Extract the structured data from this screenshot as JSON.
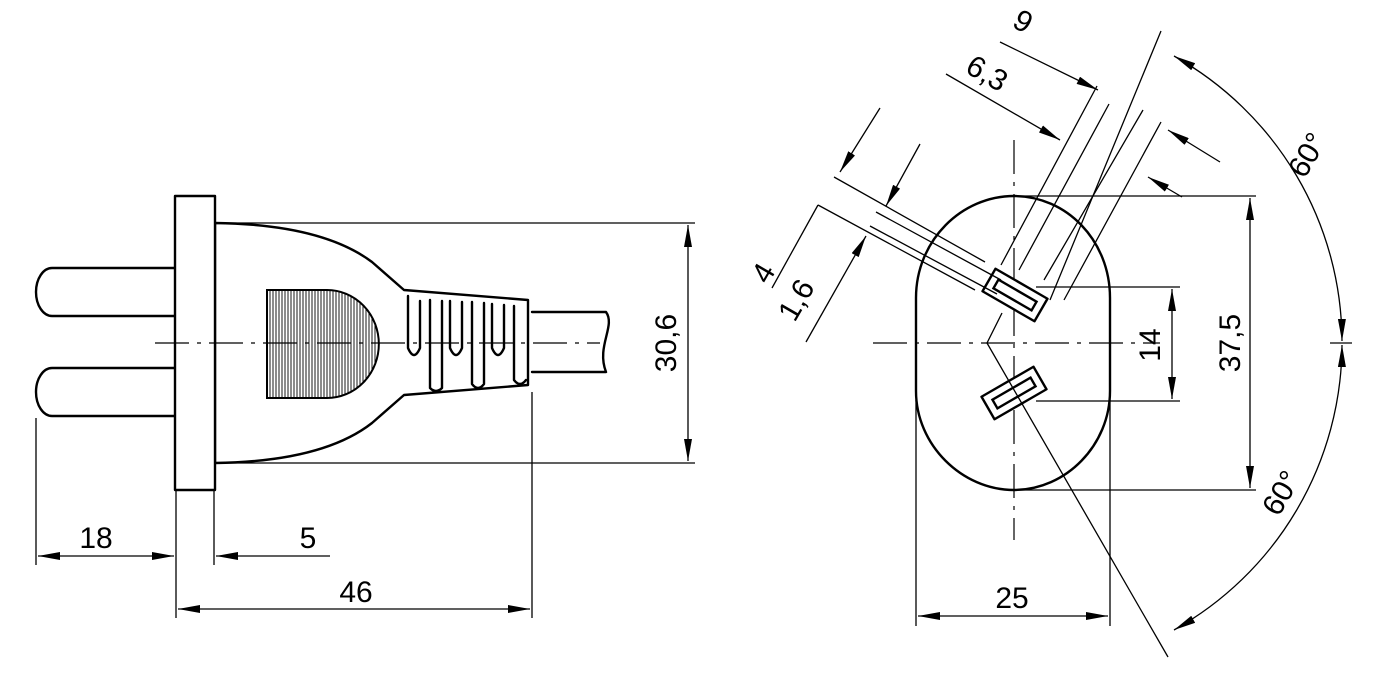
{
  "side_view": {
    "dimensions": {
      "pin_length": "18",
      "flange_thickness": "5",
      "overall_length": "46",
      "body_height": "30,6"
    }
  },
  "front_view": {
    "dimensions": {
      "pin_spacing": "9",
      "pin_width": "6,3",
      "slot_length": "4",
      "slot_width": "1,6",
      "pin_offset": "14",
      "body_height": "37,5",
      "body_width": "25",
      "angle_upper": "60°",
      "angle_lower": "60°"
    }
  }
}
